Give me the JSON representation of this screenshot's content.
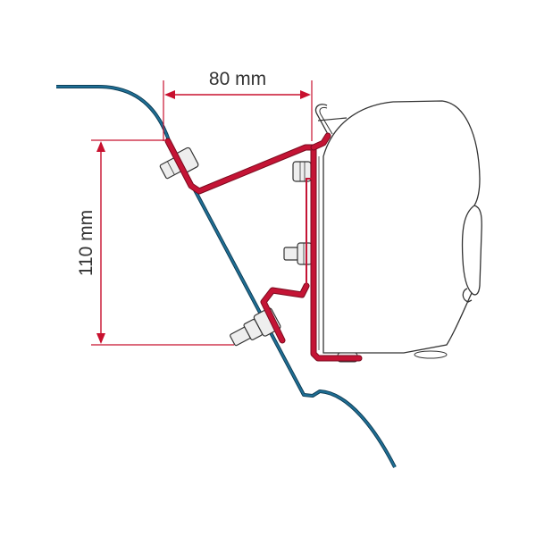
{
  "diagram": {
    "title": "Awning mounting bracket adapter diagram",
    "dimensions": {
      "horizontal": {
        "label": "80 mm",
        "value": 80,
        "unit": "mm"
      },
      "vertical": {
        "label": "110 mm",
        "value": 110,
        "unit": "mm"
      }
    },
    "components": [
      {
        "id": "vehicle-body",
        "description": "Vehicle body profile line"
      },
      {
        "id": "adapter-bracket",
        "description": "Mounting bracket adapter"
      },
      {
        "id": "awning-housing",
        "description": "Awning cassette housing"
      },
      {
        "id": "bolts",
        "description": "Mounting bolts and nuts",
        "count": 5
      }
    ],
    "colors": {
      "bracket": "#c41435",
      "bracket_outline": "#7a0a1e",
      "vehicle_body": "#1f6f95",
      "vehicle_outline": "#0d3a52",
      "dimension_line": "#c8102e",
      "housing_outline": "#333333",
      "bolt_fill": "#eeeeee"
    }
  }
}
